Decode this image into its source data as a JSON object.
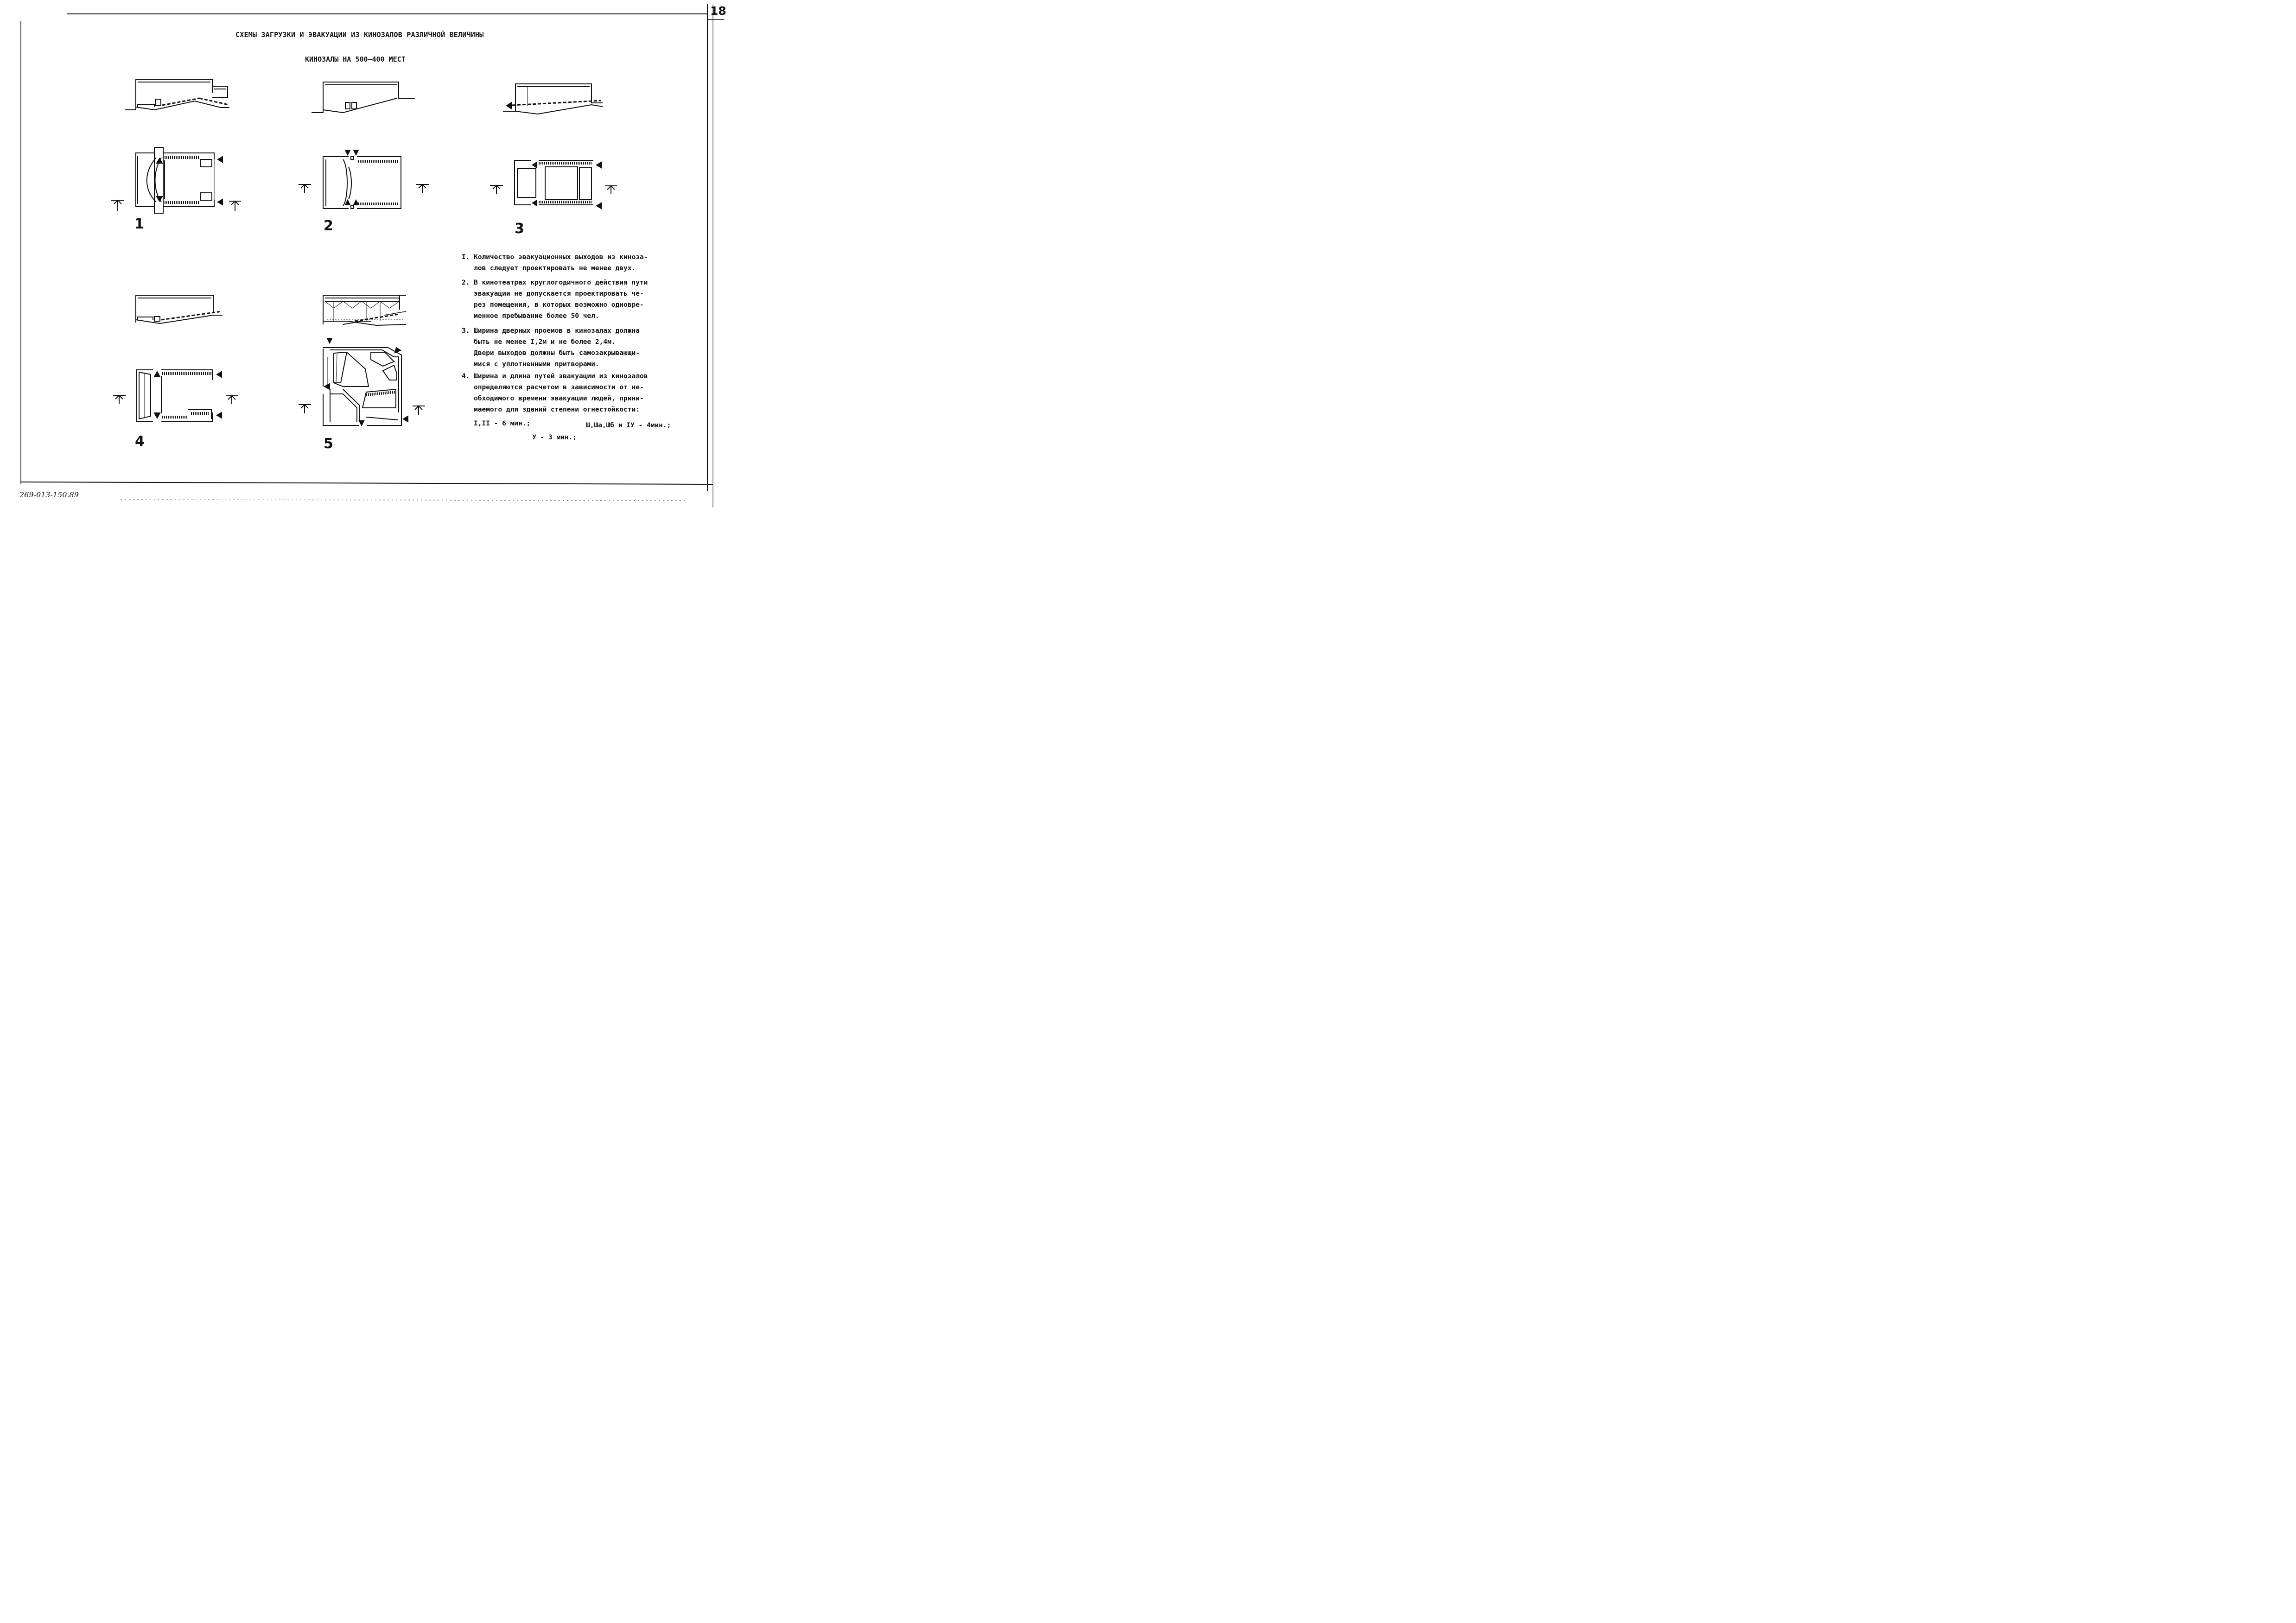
{
  "sheet_number": "18",
  "title": "СХЕМЫ ЗАГРУЗКИ И ЭВАКУАЦИИ ИЗ КИНОЗАЛОВ РАЗЛИЧНОЙ ВЕЛИЧИНЫ",
  "subtitle": "КИНОЗАЛЫ НА 500–400 МЕСТ",
  "schemes": [
    {
      "label": "1"
    },
    {
      "label": "2"
    },
    {
      "label": "3"
    },
    {
      "label": "4"
    },
    {
      "label": "5"
    }
  ],
  "notes": [
    {
      "number": "I.",
      "lines": [
        "Количество эвакуационных выходов из киноза-",
        "лов следует проектировать не менее двух."
      ]
    },
    {
      "number": "2.",
      "lines": [
        "В кинотеатрах круглогодичного действия пути",
        "эвакуации не допускается проектировать че-",
        "рез помещения, в которых возможно одновре-",
        "менное пребывание более 50 чел."
      ]
    },
    {
      "number": "3.",
      "lines": [
        "Ширина дверных проемов в кинозалах должна",
        "быть не менее I,2м и не более 2,4м.",
        "Двери выходов должны быть самозакрывающи-",
        "мися с уплотненными притворами."
      ]
    },
    {
      "number": "4.",
      "lines": [
        "Ширина и длина путей эвакуации из кинозалов",
        "определяются расчетом в зависимости от не-",
        "обходимого времени эвакуации людей, прини-",
        "маемого для зданий степени огнестойкости:"
      ]
    }
  ],
  "fire_resistance": {
    "item1": "I,II -   6 мин.;",
    "item2": "Ш,Шa,Шб и IУ - 4мин.;",
    "item3": "У - 3 мин.;"
  },
  "document_code": "269-013-150.89"
}
